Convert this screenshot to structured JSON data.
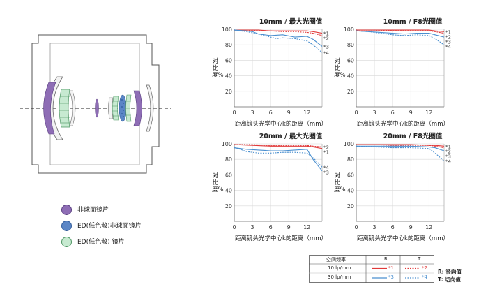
{
  "legend": {
    "aspheric": "非球面镜片",
    "ed_aspheric": "ED(低色散)非球面镜片",
    "ed": "ED(低色散) 镜片",
    "colors": {
      "aspheric": "#8e6db5",
      "ed_aspheric": "#5b86c6",
      "ed": "#6dbf86"
    }
  },
  "charts": [
    {
      "title": "10mm / 最大光圈值",
      "ylabel": "对比度%",
      "xlabel": "距离镜头光学中心k的距离（mm）",
      "xticks": [
        "0",
        "3",
        "6",
        "9",
        "12"
      ],
      "yticks": [
        "20",
        "40",
        "60",
        "80",
        "100"
      ],
      "xlim": [
        0,
        14.5
      ],
      "ylim": [
        0,
        100
      ],
      "series": [
        {
          "marker": "*1",
          "type": "R",
          "freq": "10 lp/mm",
          "color": "#e03a3a",
          "dash": false,
          "x": [
            0,
            2,
            4,
            6,
            8,
            10,
            12,
            13,
            14.5
          ],
          "y": [
            99,
            99,
            99,
            98,
            98,
            98,
            98,
            97,
            95
          ]
        },
        {
          "marker": "*2",
          "type": "T",
          "freq": "10 lp/mm",
          "color": "#e03a3a",
          "dash": true,
          "x": [
            0,
            2,
            4,
            6,
            8,
            10,
            12,
            13,
            14.5
          ],
          "y": [
            99,
            99,
            98,
            98,
            97,
            97,
            96,
            95,
            92
          ]
        },
        {
          "marker": "*3",
          "type": "R",
          "freq": "30 lp/mm",
          "color": "#4a8fcf",
          "dash": false,
          "x": [
            0,
            2,
            3,
            4,
            6,
            8,
            10,
            12,
            13,
            14.5
          ],
          "y": [
            99,
            98,
            97,
            94,
            92,
            93,
            90,
            91,
            87,
            78
          ]
        },
        {
          "marker": "*4",
          "type": "T",
          "freq": "30 lp/mm",
          "color": "#4a8fcf",
          "dash": true,
          "x": [
            0,
            2,
            4,
            6,
            7,
            8,
            10,
            12,
            13,
            14.5
          ],
          "y": [
            99,
            97,
            94,
            90,
            88,
            89,
            88,
            85,
            80,
            70
          ]
        }
      ]
    },
    {
      "title": "10mm / F8光圈值",
      "ylabel": "对比度%",
      "xlabel": "距离镜头光学中心k的距离（mm）",
      "xticks": [
        "0",
        "3",
        "6",
        "9",
        "12"
      ],
      "yticks": [
        "20",
        "40",
        "60",
        "80",
        "100"
      ],
      "xlim": [
        0,
        14.5
      ],
      "ylim": [
        0,
        100
      ],
      "series": [
        {
          "marker": "*1",
          "type": "R",
          "freq": "10 lp/mm",
          "color": "#e03a3a",
          "dash": false,
          "x": [
            0,
            3,
            6,
            9,
            12,
            13,
            14.5
          ],
          "y": [
            99,
            99,
            99,
            99,
            99,
            98,
            97
          ]
        },
        {
          "marker": "*2",
          "type": "T",
          "freq": "10 lp/mm",
          "color": "#e03a3a",
          "dash": true,
          "x": [
            0,
            3,
            6,
            9,
            12,
            13,
            14.5
          ],
          "y": [
            99,
            99,
            98,
            98,
            98,
            97,
            95
          ]
        },
        {
          "marker": "*3",
          "type": "R",
          "freq": "30 lp/mm",
          "color": "#4a8fcf",
          "dash": false,
          "x": [
            0,
            2,
            4,
            6,
            8,
            10,
            12,
            13,
            14.5
          ],
          "y": [
            98,
            97,
            96,
            95,
            94,
            95,
            95,
            93,
            90
          ]
        },
        {
          "marker": "*4",
          "type": "T",
          "freq": "30 lp/mm",
          "color": "#4a8fcf",
          "dash": true,
          "x": [
            0,
            2,
            4,
            6,
            8,
            10,
            12,
            13,
            14.5
          ],
          "y": [
            98,
            97,
            95,
            93,
            92,
            93,
            92,
            88,
            80
          ]
        }
      ]
    },
    {
      "title": "20mm / 最大光圈值",
      "ylabel": "对比度%",
      "xlabel": "距离镜头光学中心k的距离（mm）",
      "xticks": [
        "0",
        "3",
        "6",
        "9",
        "12"
      ],
      "yticks": [
        "20",
        "40",
        "60",
        "80",
        "100"
      ],
      "xlim": [
        0,
        14.5
      ],
      "ylim": [
        0,
        100
      ],
      "series": [
        {
          "marker": "*2",
          "type": "T",
          "freq": "10 lp/mm",
          "color": "#e03a3a",
          "dash": true,
          "x": [
            0,
            3,
            6,
            9,
            12,
            13,
            14.5
          ],
          "y": [
            99,
            99,
            98,
            98,
            98,
            97,
            96
          ]
        },
        {
          "marker": "*1",
          "type": "R",
          "freq": "10 lp/mm",
          "color": "#e03a3a",
          "dash": false,
          "x": [
            0,
            3,
            6,
            9,
            12,
            13,
            14.5
          ],
          "y": [
            99,
            98,
            97,
            97,
            97,
            96,
            94
          ]
        },
        {
          "marker": "*4",
          "type": "T",
          "freq": "30 lp/mm",
          "color": "#4a8fcf",
          "dash": true,
          "x": [
            0,
            1,
            2,
            4,
            6,
            8,
            10,
            12,
            13,
            14.5
          ],
          "y": [
            95,
            93,
            90,
            88,
            88,
            89,
            89,
            88,
            82,
            70
          ]
        },
        {
          "marker": "*3",
          "type": "R",
          "freq": "30 lp/mm",
          "color": "#4a8fcf",
          "dash": false,
          "x": [
            0,
            1,
            2,
            4,
            6,
            8,
            10,
            12,
            13,
            14.5
          ],
          "y": [
            95,
            94,
            93,
            92,
            91,
            91,
            92,
            93,
            80,
            65
          ]
        }
      ]
    },
    {
      "title": "20mm / F8光圈值",
      "ylabel": "对比度%",
      "xlabel": "距离镜头光学中心k的距离（mm）",
      "xticks": [
        "0",
        "3",
        "6",
        "9",
        "12"
      ],
      "yticks": [
        "20",
        "40",
        "60",
        "80",
        "100"
      ],
      "xlim": [
        0,
        14.5
      ],
      "ylim": [
        0,
        100
      ],
      "series": [
        {
          "marker": "*1",
          "type": "R",
          "freq": "10 lp/mm",
          "color": "#e03a3a",
          "dash": false,
          "x": [
            0,
            3,
            6,
            9,
            12,
            13,
            14.5
          ],
          "y": [
            99,
            99,
            99,
            99,
            98,
            98,
            97
          ]
        },
        {
          "marker": "*2",
          "type": "T",
          "freq": "10 lp/mm",
          "color": "#e03a3a",
          "dash": true,
          "x": [
            0,
            3,
            6,
            9,
            12,
            13,
            14.5
          ],
          "y": [
            99,
            99,
            98,
            98,
            98,
            97,
            95
          ]
        },
        {
          "marker": "*3",
          "type": "R",
          "freq": "30 lp/mm",
          "color": "#4a8fcf",
          "dash": false,
          "x": [
            0,
            3,
            6,
            9,
            12,
            13,
            14.5
          ],
          "y": [
            97,
            97,
            97,
            97,
            96,
            95,
            91
          ]
        },
        {
          "marker": "*4",
          "type": "T",
          "freq": "30 lp/mm",
          "color": "#4a8fcf",
          "dash": true,
          "x": [
            0,
            3,
            6,
            9,
            12,
            13,
            14.5
          ],
          "y": [
            97,
            96,
            95,
            95,
            94,
            88,
            78
          ]
        }
      ]
    }
  ],
  "key": {
    "header": "空间频率",
    "col_r": "R",
    "col_t": "T",
    "row1": "10 lp/mm",
    "row2": "30 lp/mm",
    "m1": "*1",
    "m2": "*2",
    "m3": "*3",
    "m4": "*4",
    "r_note": "R: 径向值",
    "t_note": "T: 切向值"
  }
}
